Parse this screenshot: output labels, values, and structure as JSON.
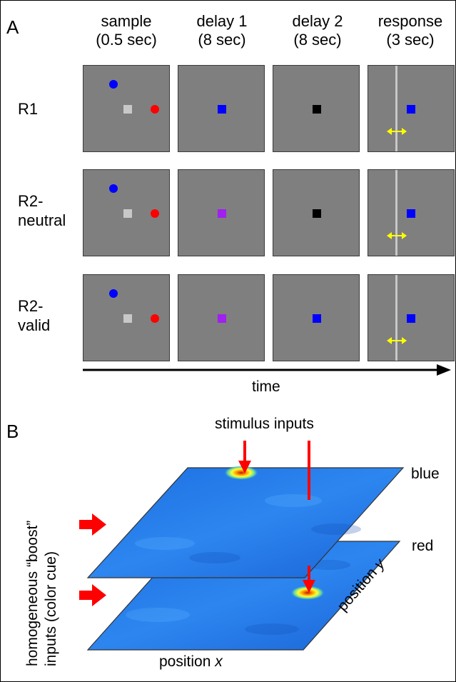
{
  "panel_a": {
    "letter": "A",
    "columns": [
      {
        "line1": "sample",
        "line2": "(0.5 sec)"
      },
      {
        "line1": "delay 1",
        "line2": "(8 sec)"
      },
      {
        "line1": "delay 2",
        "line2": "(8 sec)"
      },
      {
        "line1": "response",
        "line2": "(3 sec)"
      }
    ],
    "rows": [
      {
        "line1": "R1",
        "line2": ""
      },
      {
        "line1": "R2-",
        "line2": "neutral"
      },
      {
        "line1": "R2-",
        "line2": "valid"
      }
    ],
    "time_label": "time",
    "colors": {
      "screen": "#7f7f7f",
      "blue": "#0000ff",
      "red": "#ff0000",
      "light_gray": "#c8c8c8",
      "purple": "#a020f0",
      "black": "#000000",
      "yellow": "#ffff00"
    },
    "delay1_square_colors": [
      "blue",
      "purple",
      "purple"
    ],
    "delay2_square_colors": [
      "black",
      "black",
      "blue"
    ],
    "response_square_color": "blue"
  },
  "panel_b": {
    "letter": "B",
    "stimulus_label": "stimulus inputs",
    "layer_top_label": "blue",
    "layer_bottom_label": "red",
    "boost_label_line1": "homogeneous “boost”",
    "boost_label_line2": "inputs (color cue)",
    "position_x_prefix": "position ",
    "position_x_var": "x",
    "position_y_prefix": "position ",
    "position_y_var": "y",
    "arrow_color": "#ff0000"
  }
}
